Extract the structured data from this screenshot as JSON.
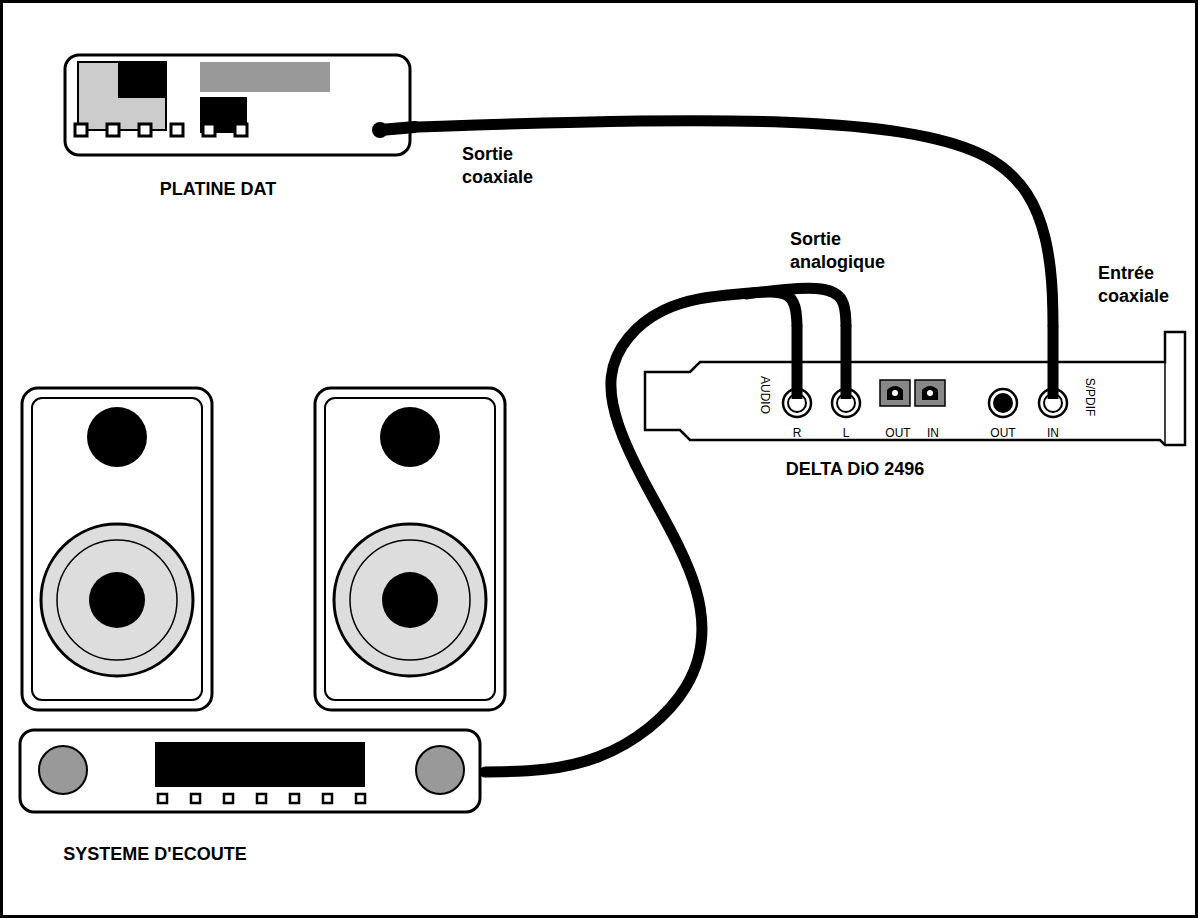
{
  "diagram": {
    "nodes": [
      {
        "text": [
          "PLATINE DAT"
        ]
      },
      {
        "text": [
          "DELTA DiO 2496",
          "AUDIO",
          "R",
          "L",
          "OUT",
          "IN",
          "OUT",
          "IN",
          "S/PDIF"
        ]
      },
      {
        "text": [
          "SYSTEME D'ECOUTE"
        ]
      }
    ],
    "edges": [
      {
        "from": 0,
        "to": 1,
        "arrow": "none",
        "label": "Sortie coaxiale"
      },
      {
        "from": 1,
        "to": 2,
        "arrow": "none",
        "label": "Sortie analogique"
      }
    ],
    "labels": [
      "Entrée coaxiale"
    ]
  }
}
